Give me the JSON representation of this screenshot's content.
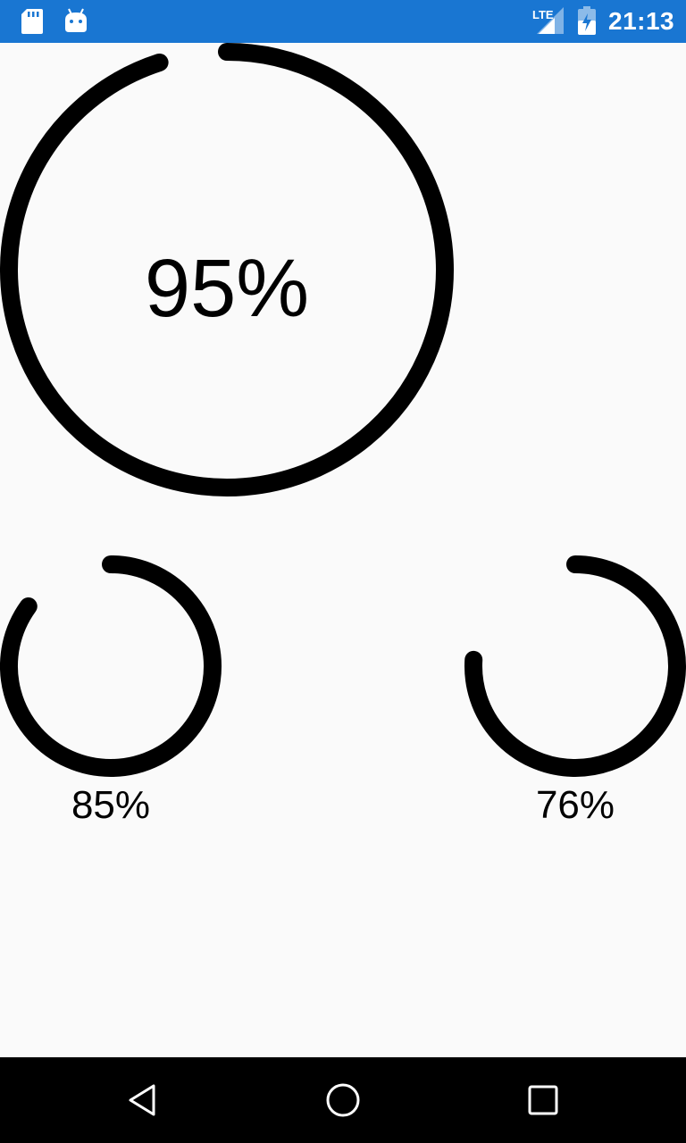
{
  "status_bar": {
    "time": "21:13",
    "network_label": "LTE",
    "background_color": "#1976d2",
    "left_icons": [
      "sd-card-icon",
      "android-icon"
    ],
    "right_icons": [
      "lte-signal-icon",
      "battery-charging-icon"
    ]
  },
  "rings": {
    "big": {
      "label": "95%",
      "value": 0.95
    },
    "left": {
      "label": "85%",
      "value": 0.85
    },
    "right": {
      "label": "76%",
      "value": 0.76
    },
    "stroke_color": "#000000"
  },
  "nav_bar": {
    "background_color": "#000000",
    "buttons": [
      "back-icon",
      "home-icon",
      "recents-icon"
    ]
  }
}
